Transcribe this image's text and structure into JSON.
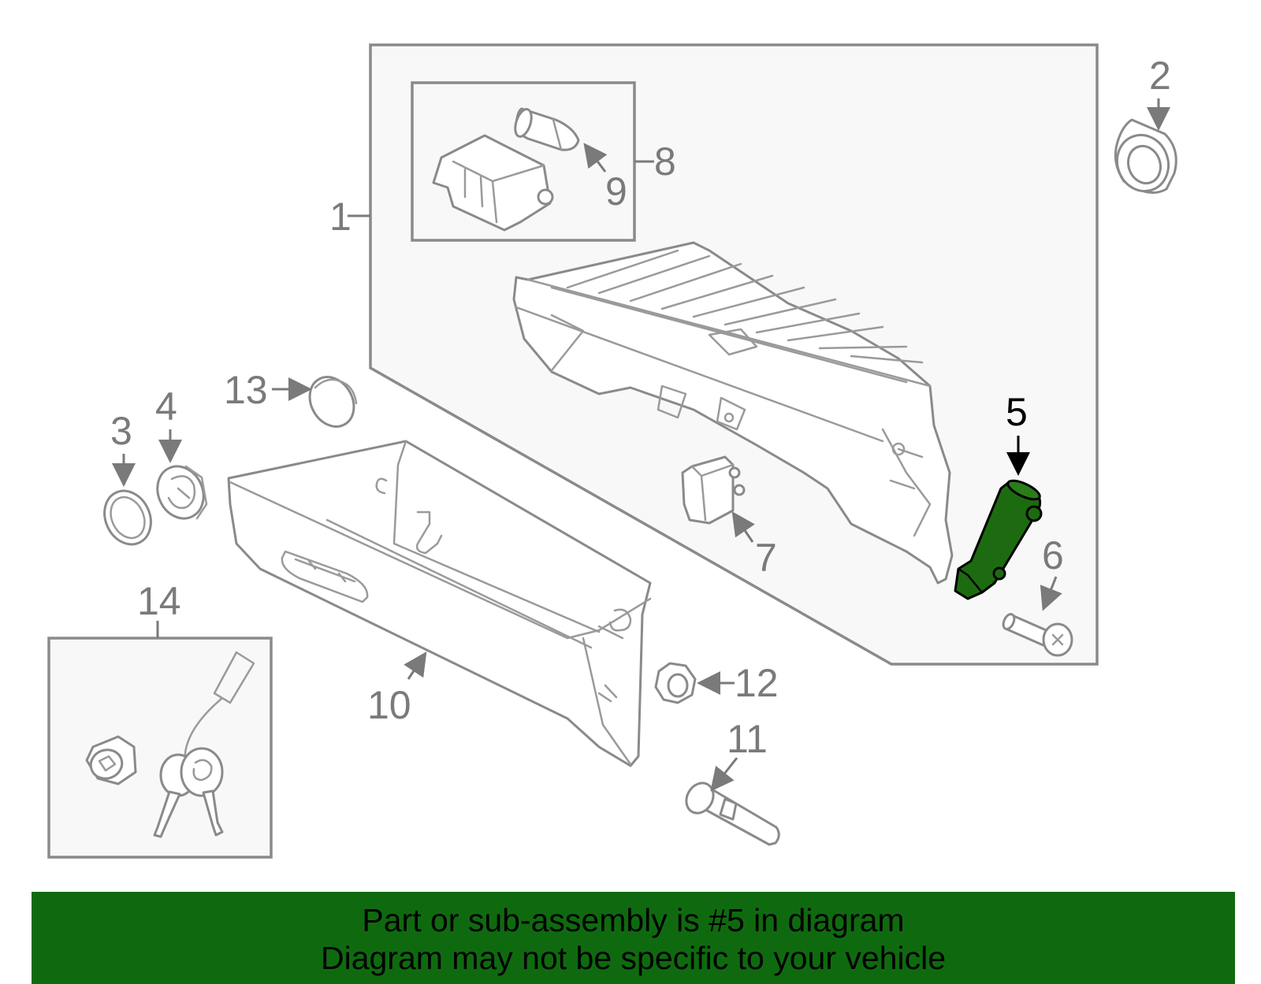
{
  "callouts": {
    "c1": "1",
    "c2": "2",
    "c3": "3",
    "c4": "4",
    "c5": "5",
    "c6": "6",
    "c7": "7",
    "c8": "8",
    "c9": "9",
    "c10": "10",
    "c11": "11",
    "c12": "12",
    "c13": "13",
    "c14": "14"
  },
  "highlight": {
    "part": "5",
    "color": "#1d6b10"
  },
  "banner": {
    "line1": "Part or sub-assembly is #5 in diagram",
    "line2": "Diagram may not be specific to your vehicle",
    "background": "#0f6a0f"
  }
}
